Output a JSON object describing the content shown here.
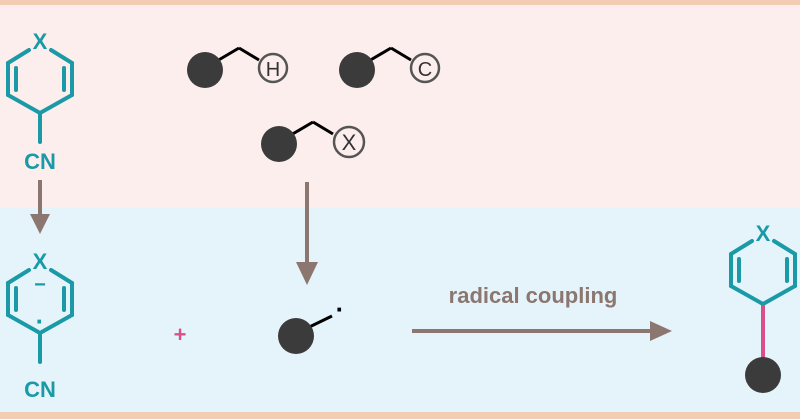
{
  "colors": {
    "teal": "#1a9aa6",
    "pink_band": "#fdeeee",
    "blue_band": "#e5f4fb",
    "border": "#f2cdb4",
    "arrow": "#8b7770",
    "ball": "#3b3b3b",
    "magenta": "#d94f8a"
  },
  "reactant_ring": {
    "heteroatom": "X",
    "substituent": "CN"
  },
  "radical_anion_ring": {
    "heteroatom": "X",
    "charge": "−",
    "radical_dot": "·",
    "substituent": "CN"
  },
  "precursors": [
    {
      "group": "H"
    },
    {
      "group": "C"
    },
    {
      "group": "X"
    }
  ],
  "plus_sign": "+",
  "alkyl_radical": {
    "radical_dot": "·"
  },
  "reaction_label": "radical coupling",
  "product_ring": {
    "heteroatom": "X"
  }
}
